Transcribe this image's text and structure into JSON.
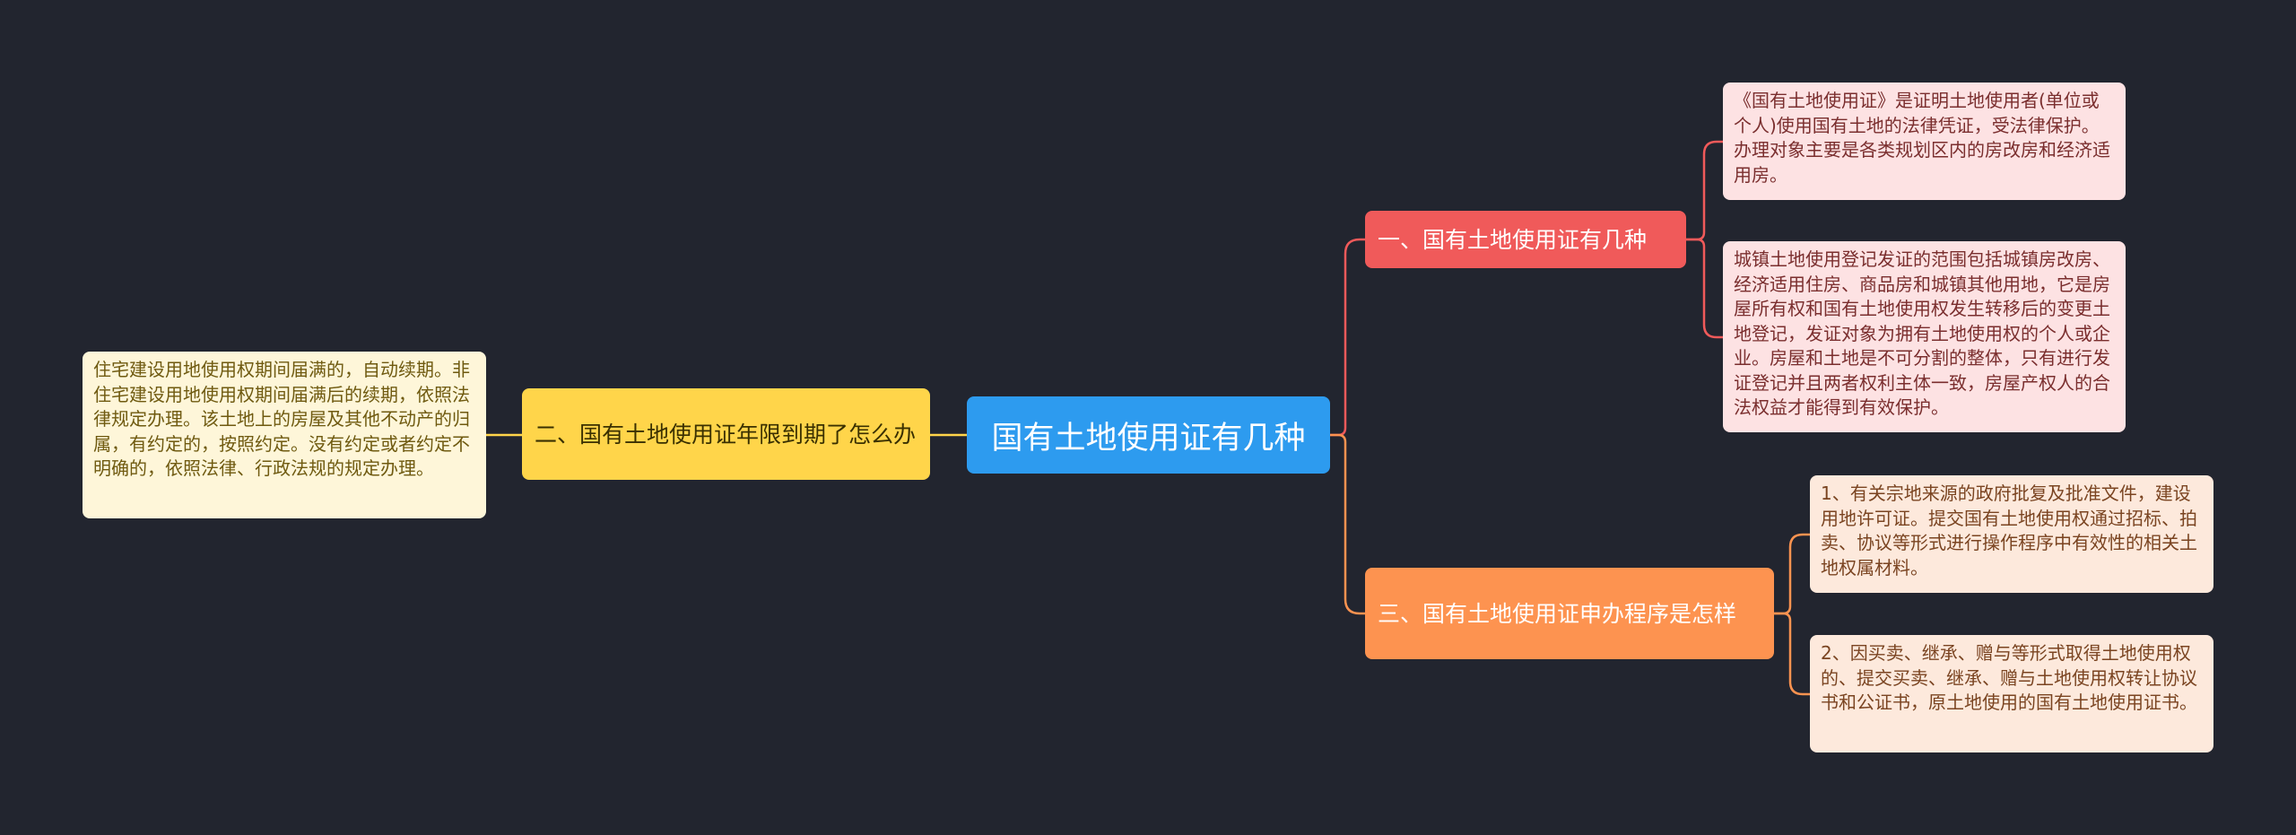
{
  "root": {
    "label": "国有土地使用证有几种"
  },
  "branches": [
    {
      "label": "一、国有土地使用证有几种",
      "color": "#f05a5a",
      "children": [
        "《国有土地使用证》是证明土地使用者(单位或个人)使用国有土地的法律凭证，受法律保护。办理对象主要是各类规划区内的房改房和经济适用房。",
        "城镇土地使用登记发证的范围包括城镇房改房、经济适用住房、商品房和城镇其他用地，它是房屋所有权和国有土地使用权发生转移后的变更土地登记，发证对象为拥有土地使用权的个人或企业。房屋和土地是不可分割的整体，只有进行发证登记并且两者权利主体一致，房屋产权人的合法权益才能得到有效保护。"
      ]
    },
    {
      "label": "三、国有土地使用证申办程序是怎样",
      "color": "#fd9350",
      "children": [
        "1、有关宗地来源的政府批复及批准文件，建设用地许可证。提交国有土地使用权通过招标、拍卖、协议等形式进行操作程序中有效性的相关土地权属材料。",
        "2、因买卖、继承、赠与等形式取得土地使用权的、提交买卖、继承、赠与土地使用权转让协议书和公证书，原土地使用的国有土地使用证书。"
      ]
    },
    {
      "label": "二、国有土地使用证年限到期了怎么办",
      "color": "#ffd54a",
      "children": [
        "住宅建设用地使用权期间届满的，自动续期。非住宅建设用地使用权期间届满后的续期，依照法律规定办理。该土地上的房屋及其他不动产的归属，有约定的，按照约定。没有约定或者约定不明确的，依照法律、行政法规的规定办理。"
      ]
    }
  ]
}
